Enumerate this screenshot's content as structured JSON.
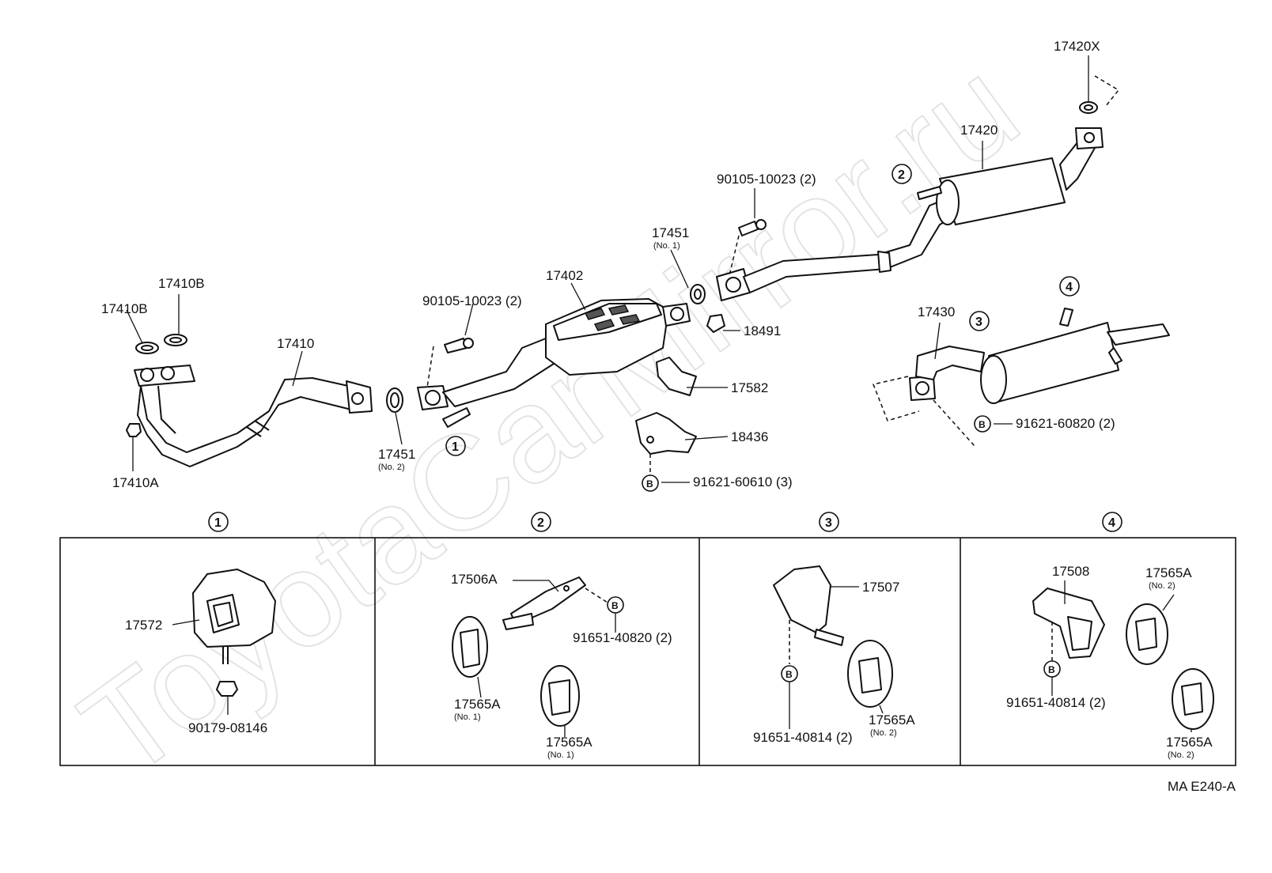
{
  "watermark": "ToyotaCarMirror.ru",
  "diagram_code": "MA E240-A",
  "parts": {
    "p17420X": "17420X",
    "p17420": "17420",
    "p90105_top": "90105-10023 (2)",
    "p17451_no1": "17451",
    "p17451_no1_note": "(No. 1)",
    "p17402": "17402",
    "p90105_mid": "90105-10023 (2)",
    "p17410B_a": "17410B",
    "p17410B_b": "17410B",
    "p17410": "17410",
    "p17410A": "17410A",
    "p17451_no2": "17451",
    "p17451_no2_note": "(No. 2)",
    "p18491": "18491",
    "p17582": "17582",
    "p18436": "18436",
    "p91621_60610": "91621-60610 (3)",
    "p17430": "17430",
    "p91621_60820": "91621-60820 (2)"
  },
  "callouts": {
    "c1": "1",
    "c2": "2",
    "c3": "3",
    "c4": "4",
    "bolt": "B"
  },
  "panels": {
    "panel1": {
      "number": "1",
      "part_a": "17572",
      "part_b": "90179-08146"
    },
    "panel2": {
      "number": "2",
      "part_a": "17506A",
      "part_b": "91651-40820 (2)",
      "part_c": "17565A",
      "part_c_note": "(No. 1)",
      "part_d": "17565A",
      "part_d_note": "(No. 1)"
    },
    "panel3": {
      "number": "3",
      "part_a": "17507",
      "part_b": "91651-40814 (2)",
      "part_c": "17565A",
      "part_c_note": "(No. 2)"
    },
    "panel4": {
      "number": "4",
      "part_a": "17508",
      "part_b": "91651-40814 (2)",
      "part_c": "17565A",
      "part_c_note": "(No. 2)",
      "part_d": "17565A",
      "part_d_note": "(No. 2)"
    }
  }
}
